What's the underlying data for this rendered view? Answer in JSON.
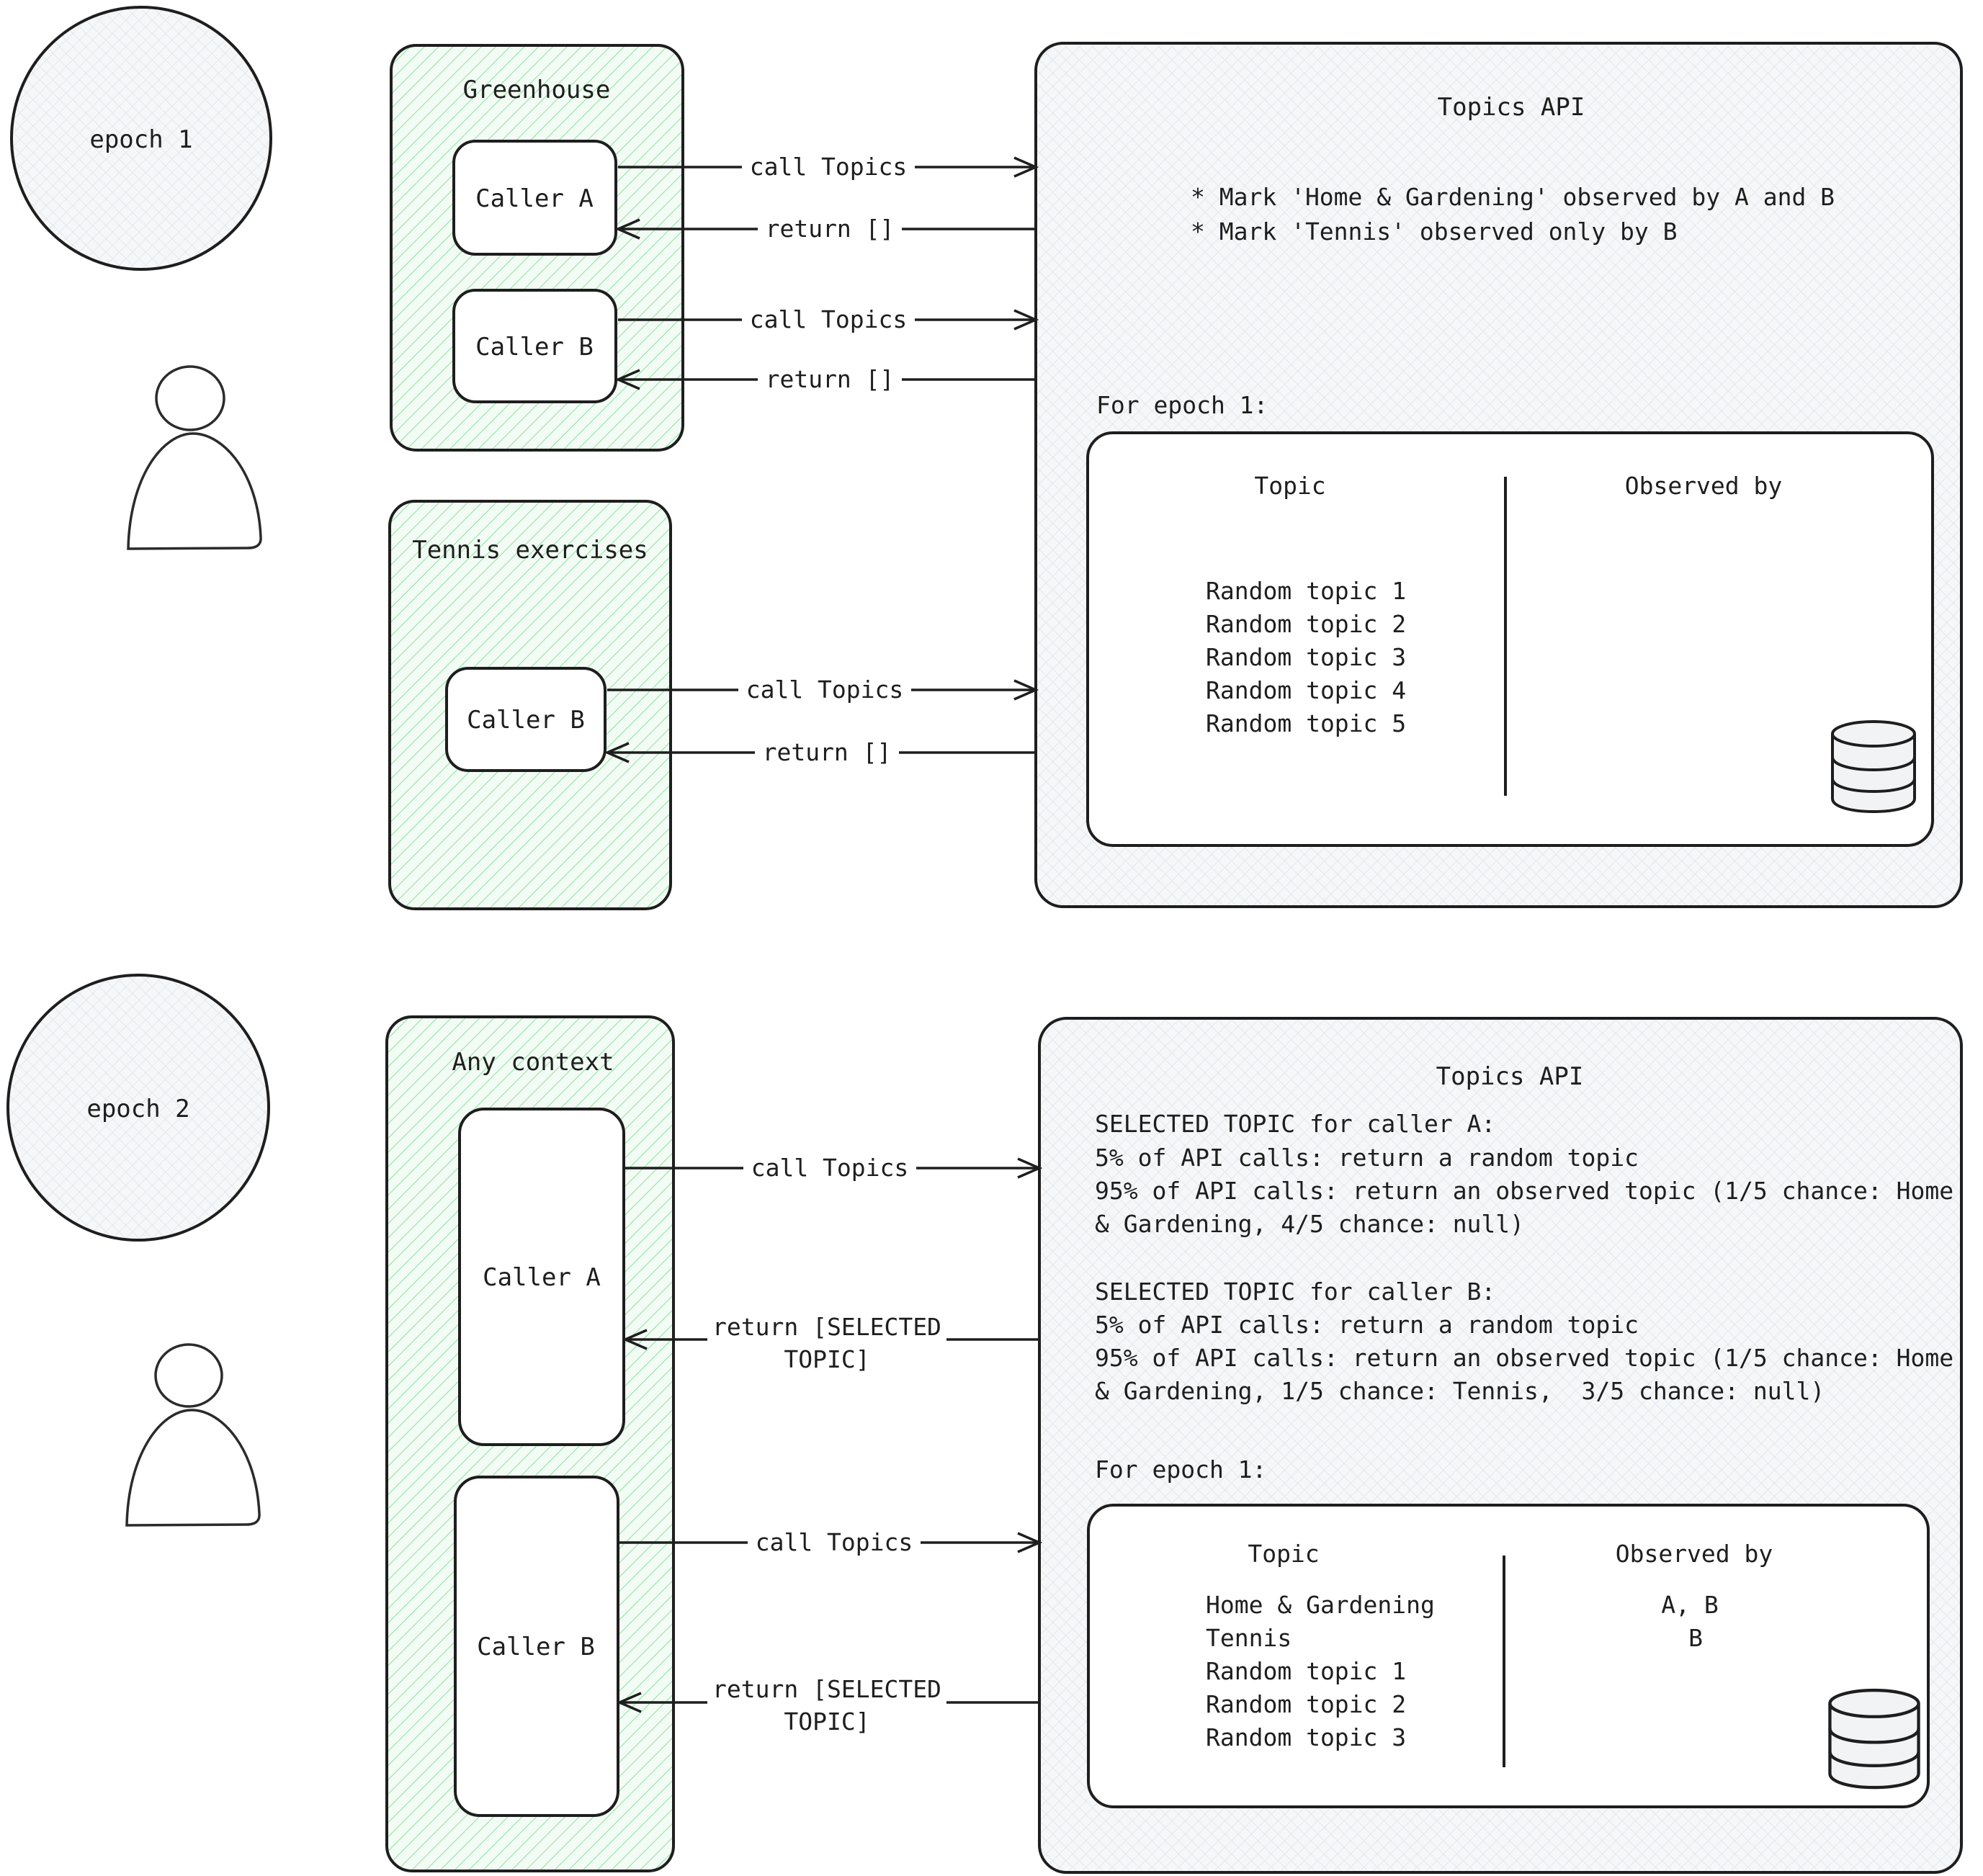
{
  "icons": {
    "person": "person-icon",
    "database": "database-icon"
  },
  "colors": {
    "stroke": "#1e1e1e",
    "green_hatch_bg": "#f2fbf4",
    "green_hatch_line": "#8ee2a1",
    "grey_cross_bg": "#f5f7f9",
    "grey_cross_line": "#dce3ea",
    "white": "#ffffff"
  },
  "epoch1": {
    "circle_label": "epoch 1",
    "greenhouse": {
      "title": "Greenhouse",
      "caller_a": "Caller A",
      "caller_b": "Caller B"
    },
    "tennis": {
      "title": "Tennis exercises",
      "caller_b": "Caller B"
    },
    "arrows": {
      "call_a": "call Topics",
      "return_a": "return []",
      "call_b": "call Topics",
      "return_b": "return []",
      "call_tennis": "call Topics",
      "return_tennis": "return []"
    },
    "api": {
      "title": "Topics API",
      "bullets": [
        "* Mark 'Home & Gardening' observed by A and B",
        "* Mark 'Tennis' observed only by B"
      ],
      "epoch_label": "For epoch 1:",
      "table": {
        "col_topic": "Topic",
        "col_observed": "Observed by",
        "rows": [
          {
            "topic": "Random topic 1",
            "observed": ""
          },
          {
            "topic": "Random topic 2",
            "observed": ""
          },
          {
            "topic": "Random topic 3",
            "observed": ""
          },
          {
            "topic": "Random topic 4",
            "observed": ""
          },
          {
            "topic": "Random topic 5",
            "observed": ""
          }
        ]
      }
    }
  },
  "epoch2": {
    "circle_label": "epoch 2",
    "any_context": {
      "title": "Any context",
      "caller_a": "Caller A",
      "caller_b": "Caller B"
    },
    "arrows": {
      "call_a": "call Topics",
      "return_a_lines": [
        "return [SELECTED",
        "TOPIC]"
      ],
      "call_b": "call Topics",
      "return_b_lines": [
        "return [SELECTED",
        "TOPIC]"
      ]
    },
    "api": {
      "title": "Topics API",
      "selection_lines": [
        "SELECTED TOPIC for caller A:",
        "5% of API calls: return a random topic",
        "95% of API calls: return an observed topic (1/5 chance: Home",
        "& Gardening, 4/5 chance: null)",
        "SELECTED TOPIC for caller B:",
        "5% of API calls: return a random topic",
        "95% of API calls: return an observed topic (1/5 chance: Home",
        "& Gardening, 1/5 chance: Tennis,  3/5 chance: null)"
      ],
      "epoch_label": "For epoch 1:",
      "table": {
        "col_topic": "Topic",
        "col_observed": "Observed by",
        "rows": [
          {
            "topic": "Home & Gardening",
            "observed": "A, B"
          },
          {
            "topic": "Tennis",
            "observed": "B"
          },
          {
            "topic": "Random topic 1",
            "observed": ""
          },
          {
            "topic": "Random topic 2",
            "observed": ""
          },
          {
            "topic": "Random topic 3",
            "observed": ""
          }
        ]
      }
    }
  }
}
